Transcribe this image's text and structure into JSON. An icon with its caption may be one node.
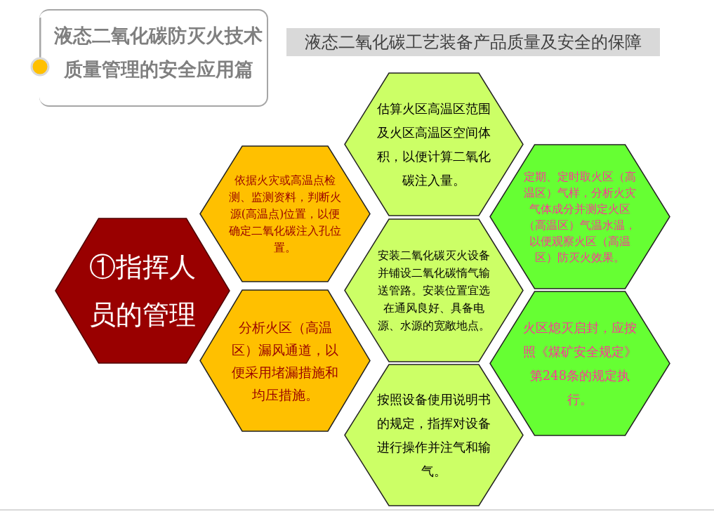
{
  "diagram": {
    "nodes": [
      {
        "text": [
          "液态二氧化碳防灭火技术质量管理的安全应用篇"
        ]
      },
      {
        "text": [
          "液态二氧化碳工艺装备产品质量及安全的保障"
        ]
      },
      {
        "text": [
          "①指挥人员的管理"
        ]
      },
      {
        "text": [
          "依据火灾或高温点检测、监测资料，判断火源(高温点)位置，以便确定二氧化碳注入孔位置。"
        ]
      },
      {
        "text": [
          "分析火区（高温区）漏风通道，以便采用堵漏措施和均压措施。"
        ]
      },
      {
        "text": [
          "估算火区高温区范围及火区高温区空间体积，以便计算二氧化碳注入量。"
        ]
      },
      {
        "text": [
          "安装二氧化碳灭火设备并铺设二氧化碳惰气输送管路。安装位置宜选在通风良好、具备电源、水源的宽敞地点。"
        ]
      },
      {
        "text": [
          "按照设备使用说明书的规定，指挥对设备进行操作并注气和输气。"
        ]
      },
      {
        "text": [
          "定期、定时取火区（高温区）气样，分析火灾气体成分并测定火区（高温区）气温水温，以便观察火区（高温区）防灭火效果。"
        ]
      },
      {
        "text": [
          "火区熄灭启封，应按照《煤矿安全规定》第248条的规定执行。"
        ]
      }
    ]
  }
}
